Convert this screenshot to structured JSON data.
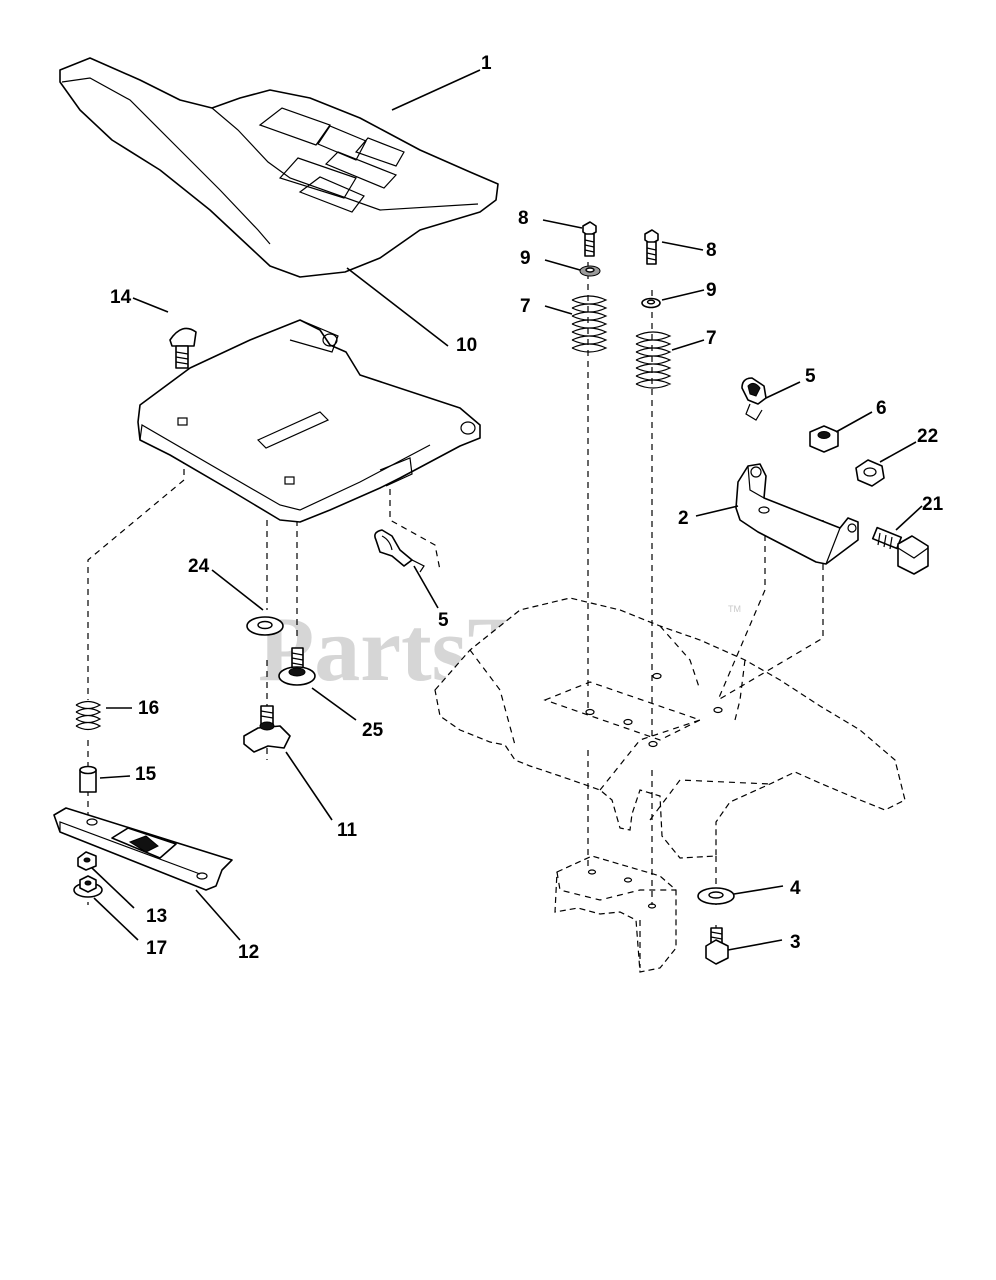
{
  "watermark": {
    "brand": "PartsTree",
    "trademark": "TM"
  },
  "callouts": {
    "c1": "1",
    "c2": "2",
    "c3": "3",
    "c4": "4",
    "c5a": "5",
    "c5b": "5",
    "c6": "6",
    "c7a": "7",
    "c7b": "7",
    "c8a": "8",
    "c8b": "8",
    "c9a": "9",
    "c9b": "9",
    "c10": "10",
    "c11": "11",
    "c12": "12",
    "c13": "13",
    "c14": "14",
    "c15": "15",
    "c16": "16",
    "c17": "17",
    "c21": "21",
    "c22": "22",
    "c24": "24",
    "c25": "25"
  }
}
